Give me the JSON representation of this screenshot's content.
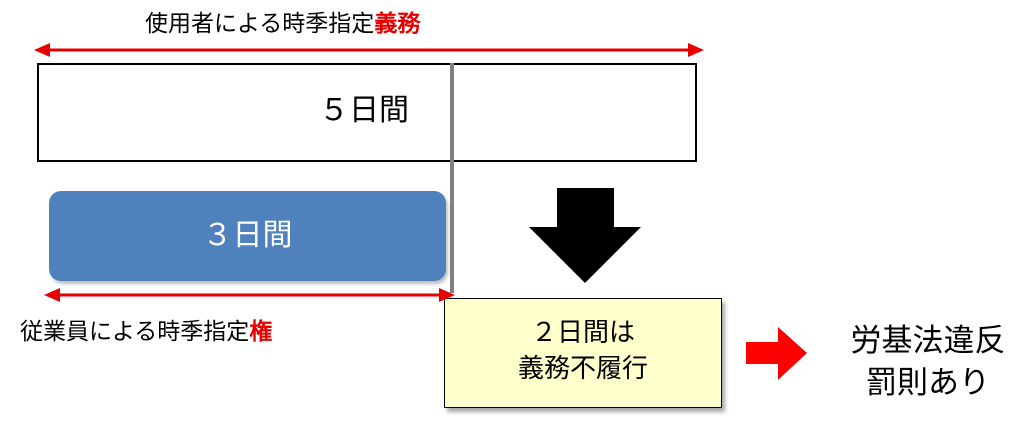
{
  "colors": {
    "accent_red": "#e60000",
    "blue_box": "#4f81bd",
    "yellow_box": "#ffffcc",
    "divider": "#7f7f7f"
  },
  "employer_obligation": {
    "prefix": "使用者による時季指定",
    "highlight": "義務"
  },
  "five_day_box": {
    "label": "５日間"
  },
  "three_day_box": {
    "label": "３日間"
  },
  "employee_right": {
    "prefix": "従業員による時季指定",
    "highlight": "権"
  },
  "unfulfilled_box": {
    "line1": "２日間は",
    "line2": "義務不履行"
  },
  "consequence": {
    "line1": "労基法違反",
    "line2": "罰則あり"
  },
  "icons": {
    "down_arrow": "down-arrow-icon",
    "right_arrow": "right-arrow-icon"
  }
}
